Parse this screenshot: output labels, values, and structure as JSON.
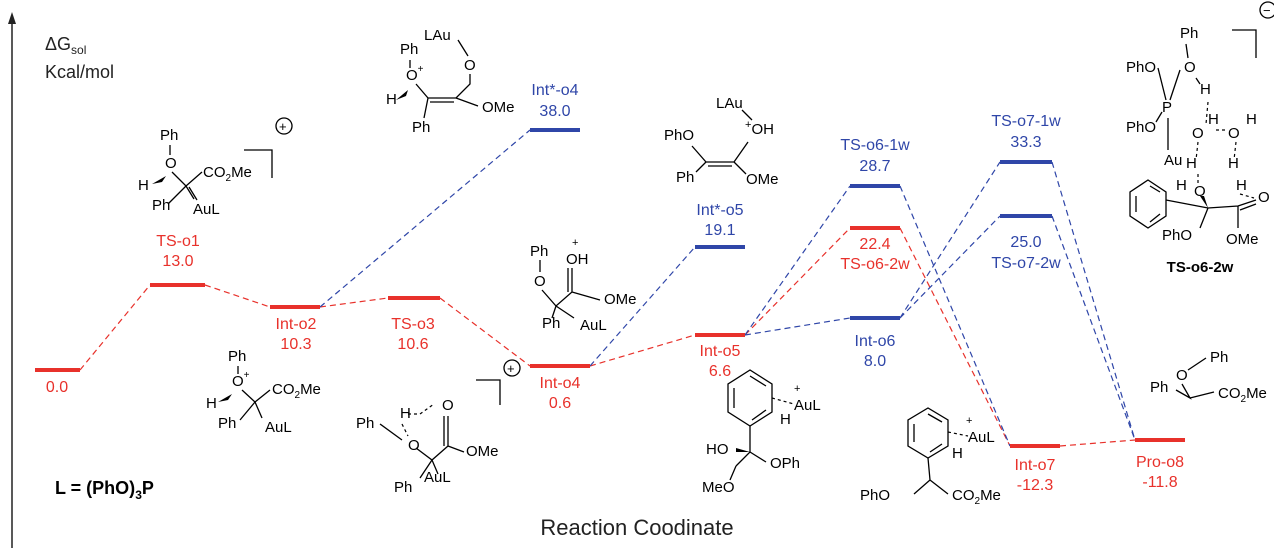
{
  "colors": {
    "red": "#e8312b",
    "blue": "#2f46a8",
    "axis": "#222222",
    "black": "#000000"
  },
  "axis": {
    "y_title_main": "ΔG",
    "y_title_sub": "sol",
    "y_units": "Kcal/mol",
    "x_title": "Reaction Coodinate"
  },
  "ligand_note": {
    "prefix": "L = (PhO)",
    "sub": "3",
    "suffix": "P"
  },
  "levels": [
    {
      "id": "start",
      "name": "",
      "value": "0.0",
      "color": "red"
    },
    {
      "id": "ts_o1",
      "name": "TS-o1",
      "value": "13.0",
      "color": "red"
    },
    {
      "id": "int_o2",
      "name": "Int-o2",
      "value": "10.3",
      "color": "red"
    },
    {
      "id": "ts_o3",
      "name": "TS-o3",
      "value": "10.6",
      "color": "red"
    },
    {
      "id": "int_o4",
      "name": "Int-o4",
      "value": "0.6",
      "color": "red"
    },
    {
      "id": "int_o5",
      "name": "Int-o5",
      "value": "6.6",
      "color": "red"
    },
    {
      "id": "int_o6",
      "name": "Int-o6",
      "value": "8.0",
      "color": "blue"
    },
    {
      "id": "ts_o6_2w",
      "name": "TS-o6-2w",
      "value": "22.4",
      "color": "red"
    },
    {
      "id": "int_o7",
      "name": "Int-o7",
      "value": "-12.3",
      "color": "red"
    },
    {
      "id": "pro_o8",
      "name": "Pro-o8",
      "value": "-11.8",
      "color": "red"
    },
    {
      "id": "ints_o4",
      "name": "Int*-o4",
      "value": "38.0",
      "color": "blue"
    },
    {
      "id": "ints_o5",
      "name": "Int*-o5",
      "value": "19.1",
      "color": "blue"
    },
    {
      "id": "ts_o6_1w",
      "name": "TS-o6-1w",
      "value": "28.7",
      "color": "blue"
    },
    {
      "id": "ts_o7_1w",
      "name": "TS-o7-1w",
      "value": "33.3",
      "color": "blue"
    },
    {
      "id": "ts_o7_2w",
      "name": "TS-o7-2w",
      "value": "25.0",
      "color": "blue"
    }
  ],
  "structures": {
    "s_int_o2": {
      "ph": "Ph",
      "o_plus": "O",
      "plus": "+",
      "h": "H",
      "ph2": "Ph",
      "ester": "CO",
      "ester_sub": "2",
      "ester_me": "Me",
      "aul": "AuL"
    },
    "s_ts_o1": {
      "ph": "Ph",
      "o": "O",
      "h": "H",
      "ph2": "Ph",
      "ester": "CO",
      "ester_sub": "2",
      "ester_me": "Me",
      "aul": "AuL",
      "charge": "+"
    },
    "s_ints_o4": {
      "ph": "Ph",
      "o_plus": "O",
      "plus": "+",
      "h": "H",
      "ph2": "Ph",
      "lau": "LAu",
      "o": "O",
      "ome": "OMe"
    },
    "s_ts_o3": {
      "h": "H",
      "o1": "O",
      "phO": "Ph",
      "o2": "O",
      "ome": "OMe",
      "ph2": "Ph",
      "aul": "AuL",
      "charge": "+"
    },
    "s_int_o4": {
      "ph": "Ph",
      "o": "O",
      "oh": "OH",
      "plus": "+",
      "ome": "OMe",
      "ph2": "Ph",
      "aul": "AuL"
    },
    "s_ints_o5": {
      "lau": "LAu",
      "pho": "PhO",
      "oh": "OH",
      "plus": "+",
      "ph": "Ph",
      "ome": "OMe"
    },
    "s_int_o5": {
      "aul": "AuL",
      "plus": "+",
      "h": "H",
      "ho": "HO",
      "oph": "OPh",
      "meo": "MeO"
    },
    "s_int_o7": {
      "aul": "AuL",
      "plus": "+",
      "h": "H",
      "pho": "PhO",
      "ester": "CO",
      "ester_sub": "2",
      "ester_me": "Me"
    },
    "s_pro_o8": {
      "ph": "Ph",
      "o": "O",
      "ph2": "Ph",
      "ester": "CO",
      "ester_sub": "2",
      "ester_me": "Me"
    },
    "s_ts_o6_2w": {
      "ph": "Ph",
      "pho1": "PhO",
      "o1": "O",
      "h1": "H",
      "pho2": "PhO",
      "p": "P",
      "o2": "O",
      "h2": "H",
      "o3": "O",
      "h3": "H",
      "h4": "H",
      "h5": "H",
      "au": "Au",
      "h6": "H",
      "o4": "O",
      "h7": "H",
      "o5": "O",
      "pho3": "PhO",
      "ome": "OMe",
      "name": "TS-o6-2w",
      "charge": "−"
    }
  }
}
